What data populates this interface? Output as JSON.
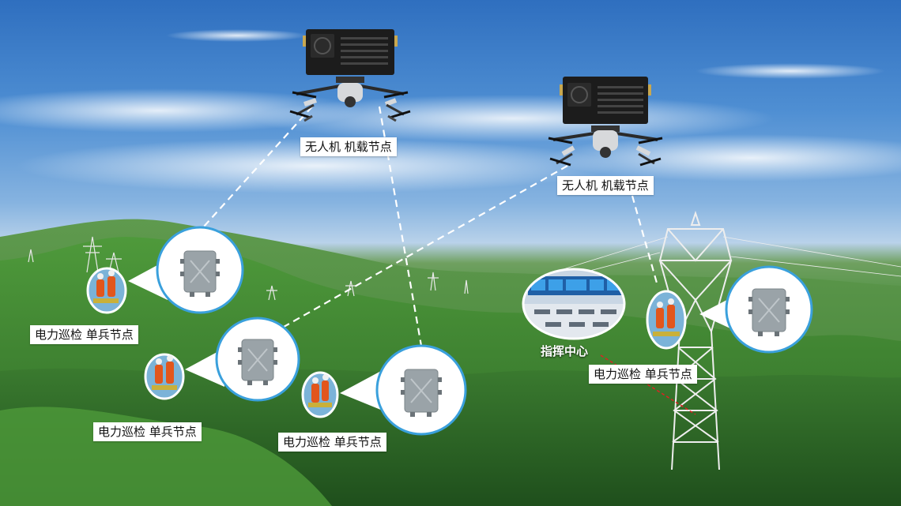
{
  "labels": {
    "drone_node": "无人机 机载节点",
    "soldier_node": "电力巡检 单兵节点",
    "command_center": "指挥中心"
  },
  "colors": {
    "link_line": "#ffffff",
    "bubble_border": "#3aa0dc",
    "bubble_fill": "#ffffff",
    "device_gray": "#9aa3a8",
    "radio_black": "#1c1c1c",
    "worker_orange": "#e2561c"
  },
  "icons": [
    "drone-icon",
    "radio-module-icon",
    "handheld-device-icon",
    "worker-icon",
    "command-center-icon",
    "pylon-icon"
  ]
}
